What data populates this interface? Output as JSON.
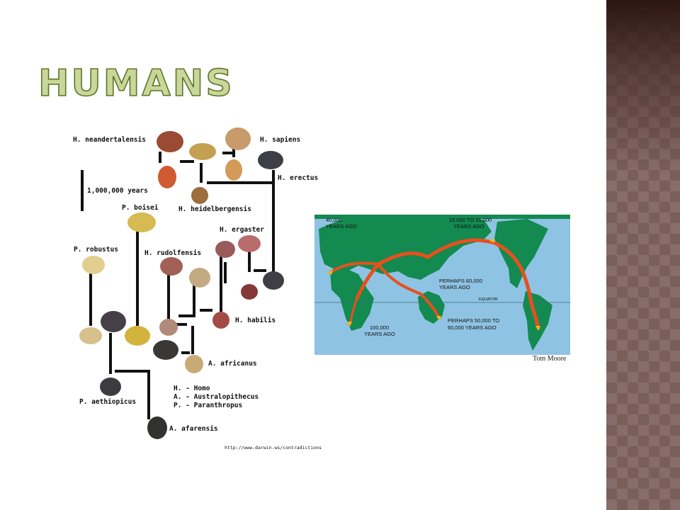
{
  "slide": {
    "title": "HUMANS"
  },
  "tree": {
    "species": {
      "neandertalensis": "H. neandertalensis",
      "sapiens": "H. sapiens",
      "erectus": "H. erectus",
      "heidelbergensis": "H. heidelbergensis",
      "boisei": "P. boisei",
      "ergaster": "H. ergaster",
      "robustus": "P. robustus",
      "rudolfensis": "H. rudolfensis",
      "habilis": "H. habilis",
      "africanus": "A. africanus",
      "aethiopicus": "P. aethiopicus",
      "afarensis": "A. afarensis"
    },
    "scale": "1,000,000 years",
    "legend": {
      "homo": "H. - Homo",
      "australopithecus": "A. - Australopithecus",
      "paranthropus": "P. - Paranthropus"
    },
    "source": "http://www.darwin.ws/contradictions"
  },
  "map": {
    "labels": {
      "years40k": "40,000",
      "years40k_2": "YEARS AGO",
      "range15": "15,000 TO 35,000",
      "range15_2": "YEARS AGO",
      "perhaps60": "PERHAPS 60,000",
      "perhaps60_2": "YEARS AGO",
      "equator": "EQUATOR",
      "years100k": "100,000",
      "years100k_2": "YEARS AGO",
      "perhaps50": "PERHAPS 50,000 TO",
      "perhaps50_2": "60,000 YEARS AGO"
    },
    "credit": "Tom Moore",
    "colors": {
      "ocean": "#8fc3e3",
      "land": "#138a50",
      "route": "#e8501c",
      "arrow": "#f2b61d"
    }
  }
}
